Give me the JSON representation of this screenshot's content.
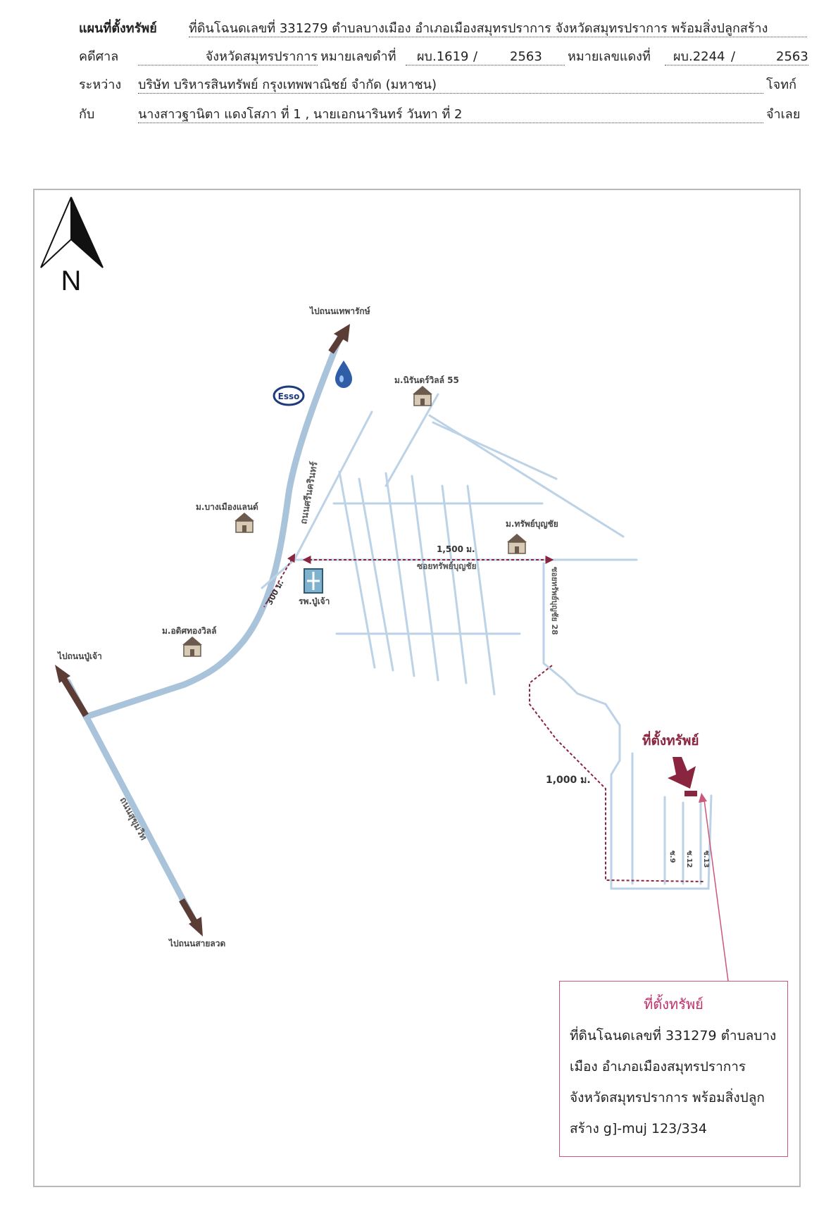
{
  "header": {
    "rows": [
      {
        "label": "แผนที่ตั้งทรัพย์",
        "value": "ที่ดินโฉนดเลขที่ 331279 ตำบลบางเมือง อำเภอเมืองสมุทรปราการ จังหวัดสมุทรปราการ พร้อมสิ่งปลูกสร้าง"
      },
      {
        "label": "คดีศาล",
        "court": "จังหวัดสมุทรปราการ",
        "black_label": "หมายเลขดำที่",
        "black_no": "ผบ.1619",
        "black_year": "2563",
        "red_label": "หมายเลขแดงที่",
        "red_no": "ผบ.2244",
        "red_year": "2563",
        "slash": "/"
      },
      {
        "label": "ระหว่าง",
        "value": "บริษัท บริหารสินทรัพย์ กรุงเทพพาณิชย์ จำกัด (มหาชน)",
        "suffix": "โจทก์"
      },
      {
        "label": "กับ",
        "value": "นางสาวฐานิตา แดงโสภา ที่ 1 , นายเอกนารินทร์ วันทา ที่ 2",
        "suffix": "จำเลย"
      }
    ]
  },
  "map": {
    "north_label": "N",
    "labels": {
      "to_thepharak": "ไปถนนเทพารักษ์",
      "to_phuchao": "ไปถนนปู่เจ้า",
      "to_saiylod": "ไปถนนสายลวด",
      "road_sri_nakharin": "ถนนศรีนครินทร์",
      "road_sukhumvit": "ถนนสุขุมวิท",
      "soi_sap_bunchai": "ซอยทรัพย์บุญชัย",
      "soi_sap_bunchai_28": "ซอยทรัพย์บุญชัย 28",
      "mb_niran_ville": "ม.นิรันดร์วิลล์ 55",
      "mb_bang_mueang_land": "ม.บางเมืองแลนด์",
      "mb_sap_bunchai": "ม.ทรัพย์บุญชัย",
      "mb_adisorn_ville": "ม.อดิศทองวิลล์",
      "hospital": "รพ.ปู่เจ้า",
      "esso": "Esso",
      "dist_1500": "1,500 ม.",
      "dist_300": "300 ม.",
      "dist_1000": "1,000 ม.",
      "property_title": "ที่ตั้งทรัพย์",
      "soi_a": "ซ.9",
      "soi_b": "ซ.12",
      "soi_c": "ซ.13"
    },
    "caption": {
      "title": "ที่ตั้งทรัพย์",
      "lines": [
        "ที่ดินโฉนดเลขที่ 331279 ตำบลบาง",
        "เมือง อำเภอเมืองสมุทรปราการ",
        "จังหวัดสมุทรปราการ พร้อมสิ่งปลูก",
        "สร้าง g]-muj 123/334"
      ]
    },
    "colors": {
      "road": "#a9c3da",
      "road_light": "#bcd2e6",
      "arrow": "#5c3d36",
      "route": "#8a2540",
      "caption_border": "#c9587a",
      "caption_title": "#c0306a",
      "frame": "#b9b9b9"
    }
  }
}
